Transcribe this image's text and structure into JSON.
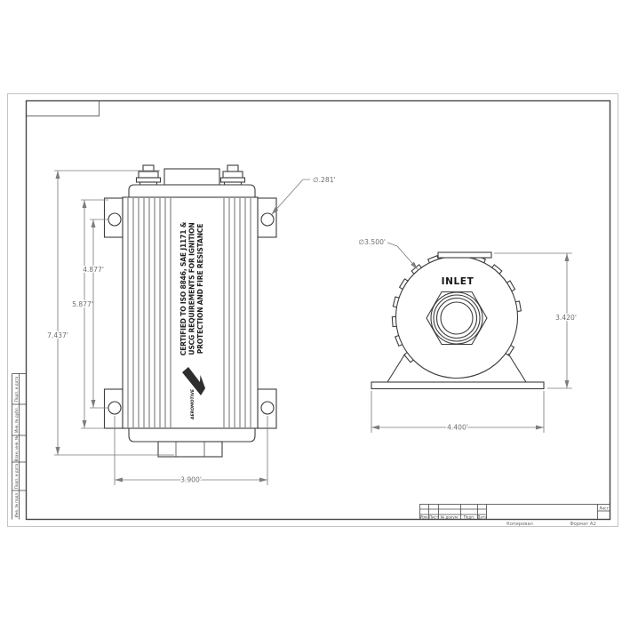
{
  "sheet": {
    "copied_label": "Копировал",
    "format_label": "Формат А2",
    "title_block": {
      "col_labels": [
        "Изм.",
        "Лист",
        "№ докум.",
        "Подп.",
        "Дата"
      ],
      "sheet_label": "Лист"
    },
    "margin_labels": [
      "Подп. и дата",
      "Инв. № дубл.",
      "Взам. инв. №",
      "Подп. и дата",
      "Инв. № подл."
    ]
  },
  "front_view": {
    "cert_lines": [
      "CERTIFIED TO ISO 8846, SAE J1171 &",
      "USCG REQUIREMENTS FOR IGNITION",
      "PROTECTION AND FIRE RESISTANCE"
    ],
    "brand": "AEROMOTIVE",
    "dims": {
      "overall_height": "7.437'",
      "body_length": "5.877'",
      "hole_spacing_vertical": "4.877'",
      "hole_spacing_horizontal": "3.900'",
      "mount_hole_diameter": "∅.281'"
    }
  },
  "end_view": {
    "port_label": "INLET",
    "dims": {
      "outer_diameter": "∅3.500'",
      "overall_height": "3.420'",
      "base_width": "4.400'"
    }
  },
  "colors": {
    "line": "#3c3c3c",
    "dimension": "#7d7d7d",
    "frame": "#474747"
  }
}
